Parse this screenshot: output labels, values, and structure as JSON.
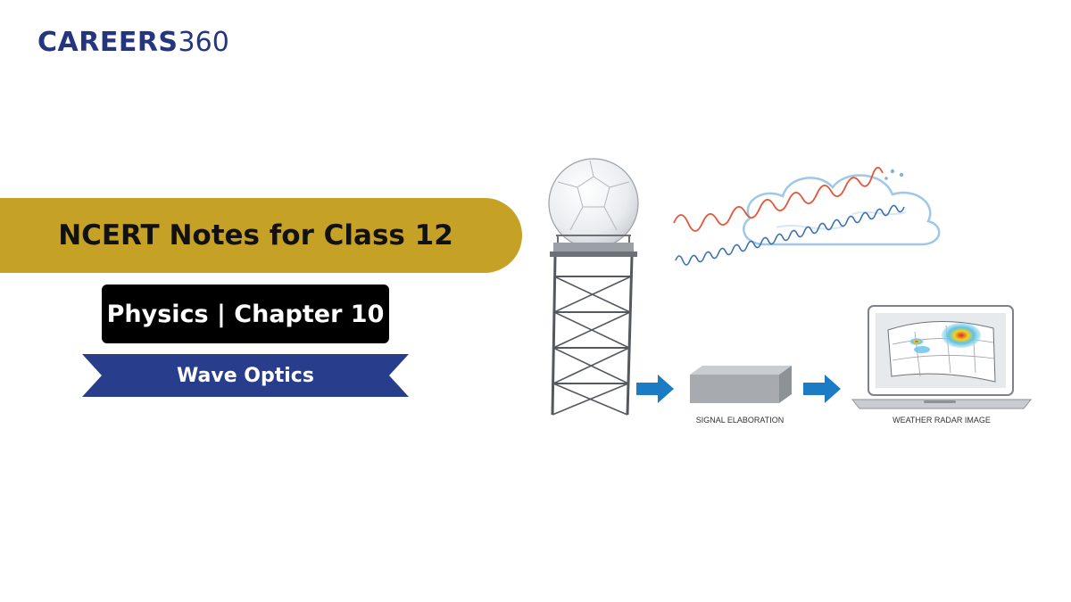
{
  "brand": {
    "word": "CAREERS",
    "number": "360"
  },
  "headline": "NCERT Notes for Class 12",
  "subject_badge": "Physics | Chapter 10",
  "topic_ribbon": "Wave Optics",
  "illustration": {
    "stage_1_caption": "SIGNAL ELABORATION",
    "stage_2_caption": "WEATHER RADAR IMAGE",
    "colors": {
      "brand_navy": "#25367f",
      "band_gold": "#c5a126",
      "ribbon_blue": "#283e8d",
      "arrow_blue": "#1b7bc4",
      "wave_red": "#e0573a",
      "wave_blue": "#3b6fb0"
    }
  }
}
